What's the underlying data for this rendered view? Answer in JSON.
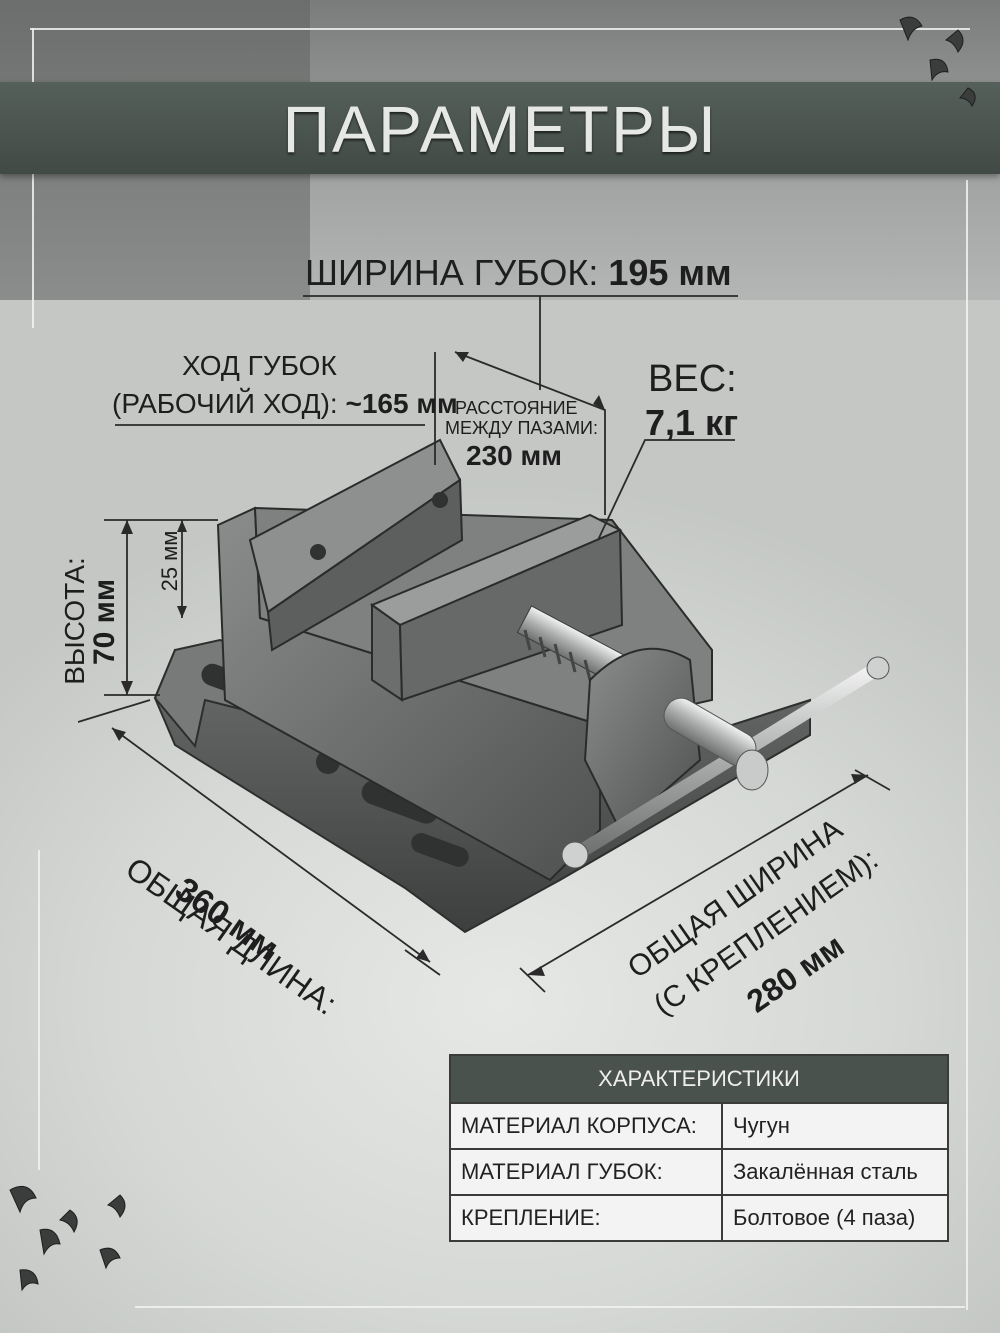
{
  "header": {
    "title": "ПАРАМЕТРЫ"
  },
  "dimensions": {
    "jaw_width": {
      "label": "ШИРИНА ГУБОК:",
      "value": "195 мм"
    },
    "jaw_travel": {
      "line1": "ХОД ГУБОК",
      "line2_label": "(РАБОЧИЙ ХОД):",
      "line2_value": "~165 мм"
    },
    "slot_distance": {
      "line1": "РАССТОЯНИЕ",
      "line2": "МЕЖДУ ПАЗАМИ:",
      "value": "230 мм"
    },
    "weight": {
      "label": "ВЕС:",
      "value": "7,1 кг"
    },
    "height": {
      "label": "ВЫСОТА:",
      "value": "70 мм"
    },
    "jaw_height": {
      "value": "25 мм"
    },
    "total_length": {
      "label": "ОБЩАЯ ДЛИНА:",
      "value": "360 мм"
    },
    "total_width": {
      "line1": "ОБЩАЯ ШИРИНА",
      "line2": "(С КРЕПЛЕНИЕМ):",
      "value": "280 мм"
    }
  },
  "spec_table": {
    "title": "ХАРАКТЕРИСТИКИ",
    "rows": [
      {
        "key": "МАТЕРИАЛ КОРПУСА:",
        "value": "Чугун"
      },
      {
        "key": "МАТЕРИАЛ ГУБОК:",
        "value": "Закалённая сталь"
      },
      {
        "key": "КРЕПЛЕНИЕ:",
        "value": "Болтовое (4 паза)"
      }
    ]
  },
  "colors": {
    "banner": "#4a524d",
    "metal": "#6f7271",
    "background": "#d6d9d6"
  }
}
